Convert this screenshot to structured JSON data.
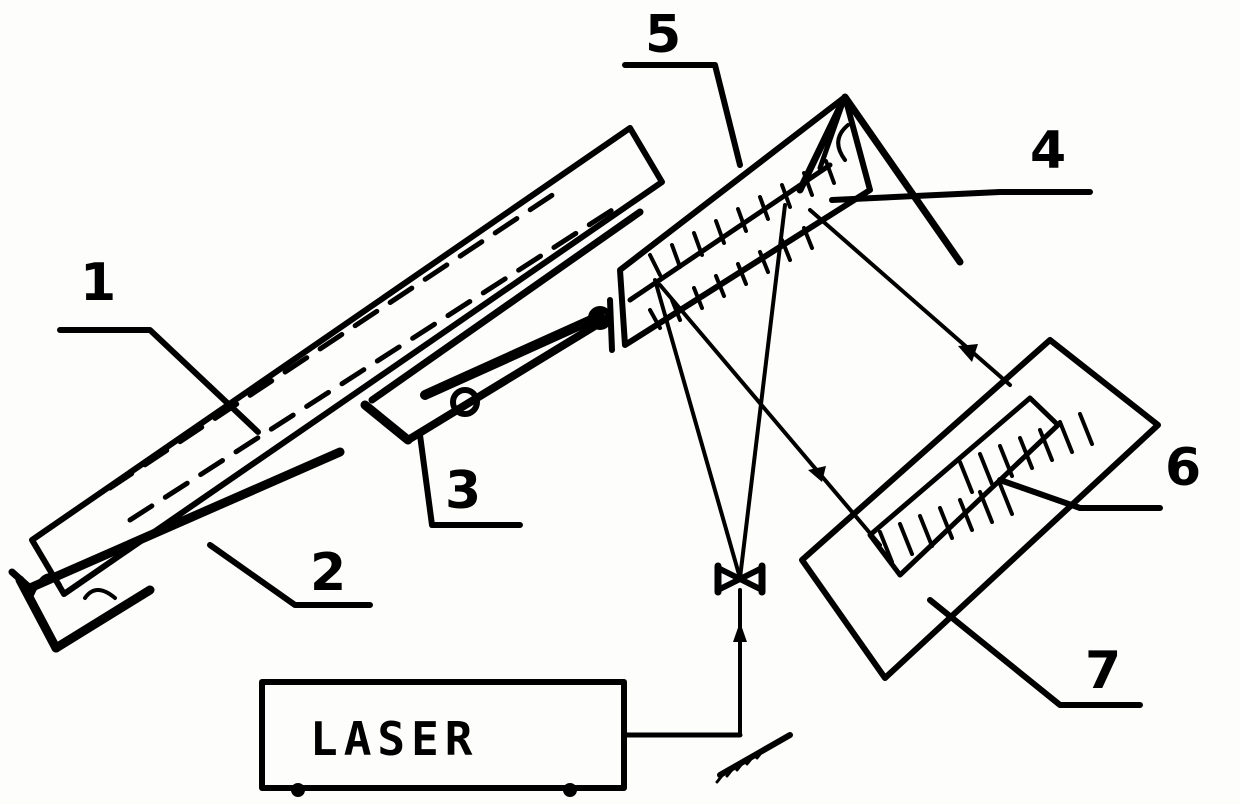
{
  "labels": {
    "l1": "1",
    "l2": "2",
    "l3": "3",
    "l4": "4",
    "l5": "5",
    "l6": "6",
    "l7": "7",
    "laser": "LASER"
  },
  "colors": {
    "ink": "#000000",
    "paper": "#fdfdfb"
  }
}
